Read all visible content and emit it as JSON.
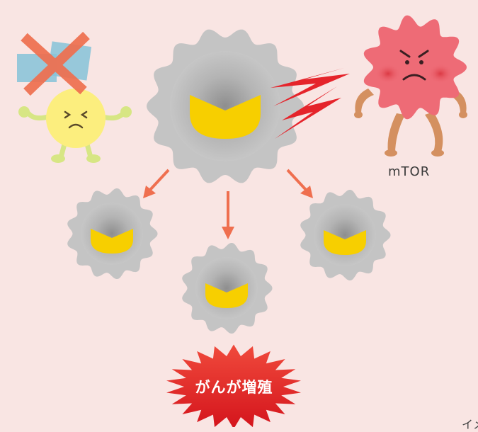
{
  "labels": {
    "mtor": "mTOR",
    "proliferation": "がんが増殖",
    "corner": "イメ"
  },
  "colors": {
    "background": "#f9e5e3",
    "cell_gray": "#c4c4c4",
    "nucleus_yellow": "#f7cf00",
    "mtor_red": "#ee6b76",
    "arrow_orange": "#ef6f4f",
    "burst_red": "#e8262b",
    "lightning_red": "#e5242b",
    "x_mark": "#ef6f4f",
    "friendly_yellow": "#fcee7e",
    "friendly_limbs": "#d7e684"
  },
  "icons": {
    "main_cell": "cancer-cell-icon",
    "mtor": "angry-mtor-character-icon",
    "suppressor": "sad-suppressor-character-icon",
    "crossed": "x-mark-icon",
    "signal": "lightning-icon",
    "arrow": "arrow-down-icon",
    "burst": "explosion-burst-icon"
  }
}
